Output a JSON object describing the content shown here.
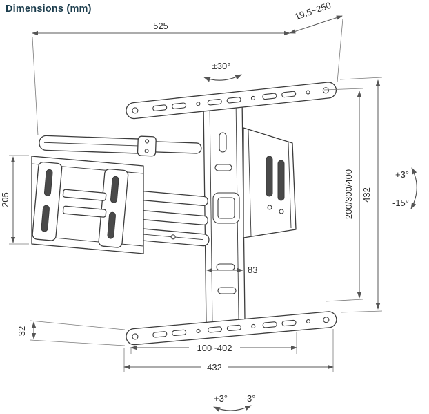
{
  "title": "Dimensions (mm)",
  "labels": {
    "top_width": "525",
    "wall_distance": "19.5~250",
    "swivel": "±30°",
    "plate_height": "205",
    "bracket_height": "432",
    "vesa": "200/300/400",
    "tilt_up": "+3°",
    "tilt_down": "-15°",
    "column_width": "83",
    "rail_thickness": "32",
    "slide_range": "100~402",
    "bottom_width": "432",
    "level_cw": "+3°",
    "level_ccw": "-3°"
  }
}
